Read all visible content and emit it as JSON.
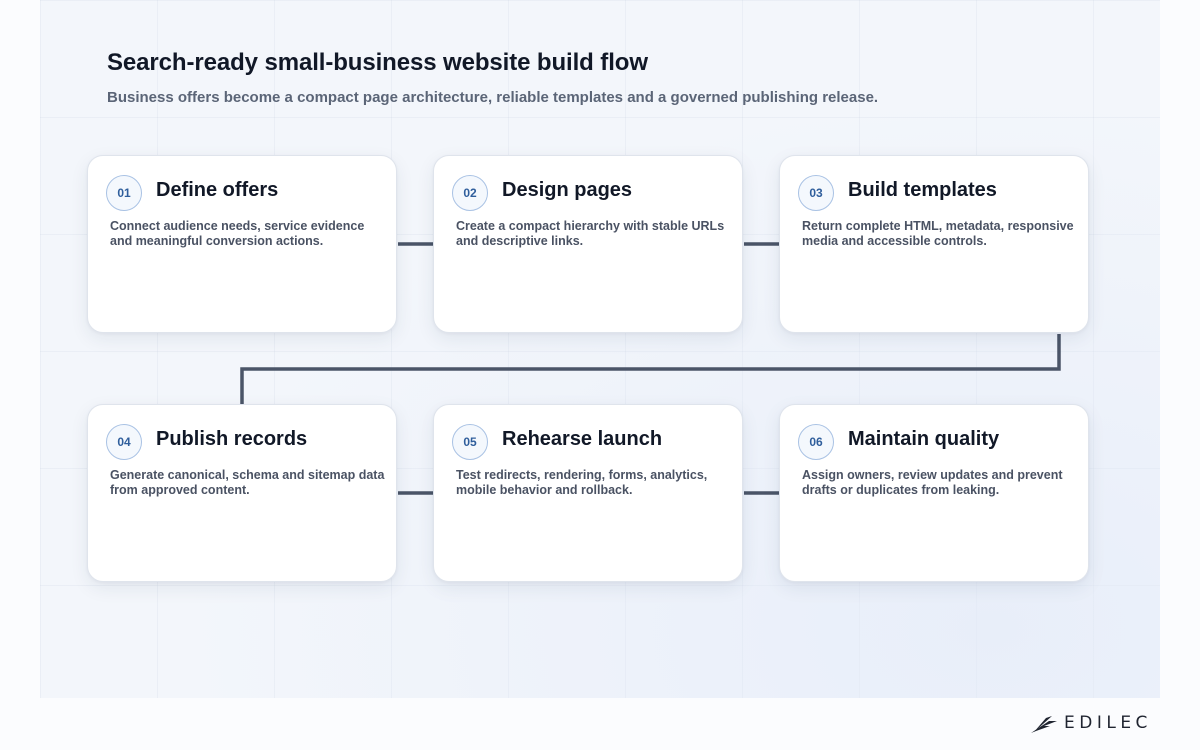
{
  "header": {
    "title": "Search-ready small-business website build flow",
    "subtitle": "Business offers become a compact page architecture, reliable templates and a governed publishing release."
  },
  "steps": [
    {
      "number": "01",
      "title": "Define offers",
      "description": "Connect audience needs, service evidence and meaningful conversion actions."
    },
    {
      "number": "02",
      "title": "Design pages",
      "description": "Create a compact hierarchy with stable URLs and descriptive links."
    },
    {
      "number": "03",
      "title": "Build templates",
      "description": "Return complete HTML, metadata, responsive media and accessible controls."
    },
    {
      "number": "04",
      "title": "Publish records",
      "description": "Generate canonical, schema and sitemap data from approved content."
    },
    {
      "number": "05",
      "title": "Rehearse launch",
      "description": "Test redirects, rendering, forms, analytics, mobile behavior and rollback."
    },
    {
      "number": "06",
      "title": "Maintain quality",
      "description": "Assign owners, review updates and prevent drafts or duplicates from leaking."
    }
  ],
  "brand": {
    "name": "EDILEC",
    "logo_icon": "wing-logo-icon"
  },
  "colors": {
    "connector": "#4b5568",
    "badge_text": "#2f5e9c",
    "badge_border": "#a9c2e4"
  }
}
